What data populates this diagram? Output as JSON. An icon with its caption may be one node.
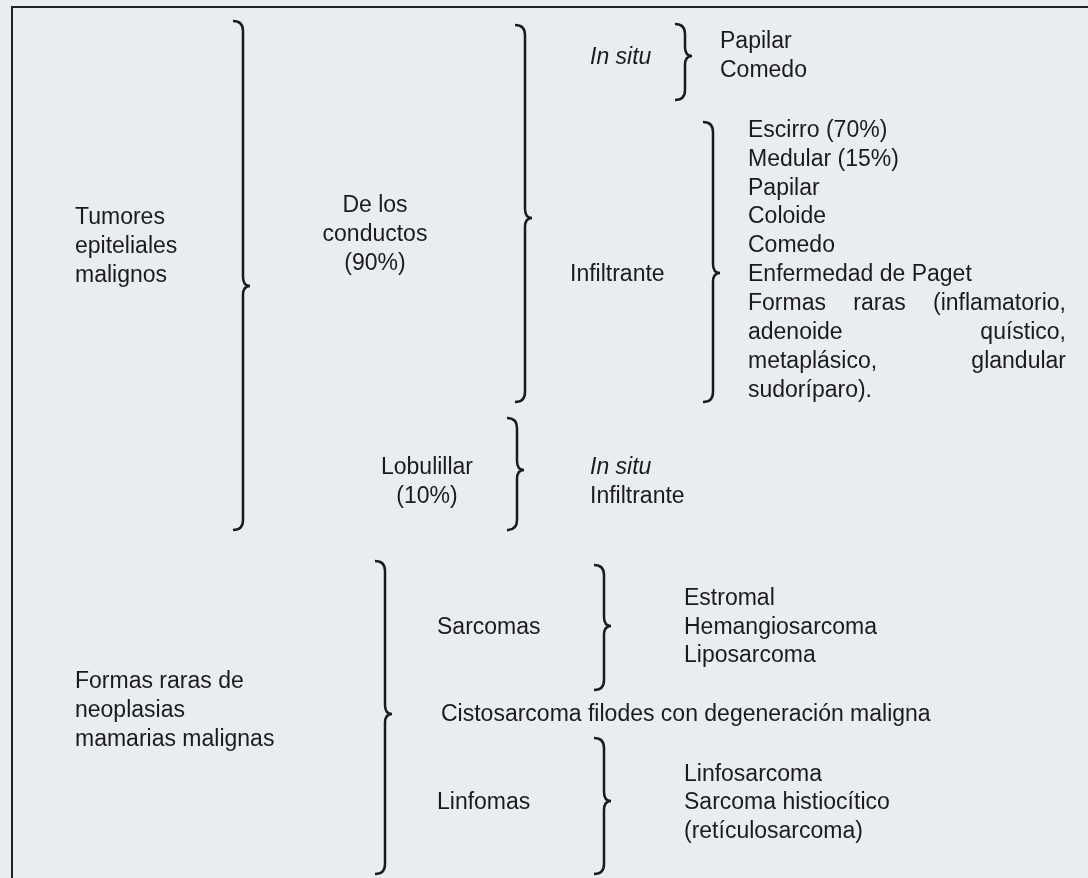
{
  "diagram": {
    "labels": [
      "Tumores epiteliales malignos",
      "De los conductos (90%)",
      "In situ",
      "Papilar",
      "Comedo",
      "Infiltrante",
      "Escirro (70%)",
      "Medular (15%)",
      "Papilar",
      "Coloide",
      "Comedo",
      "Enfermedad de Paget",
      "Formas raras (inflamatorio, adenoide quístico, metaplásico, glandular sudoríparo).",
      "Lobulillar (10%)",
      "In situ",
      "Infiltrante",
      "Formas raras de neoplasias mamarias malignas",
      "Sarcomas",
      "Estromal",
      "Hemangiosarcoma",
      "Liposarcoma",
      "Cistosarcoma filodes con degeneración maligna",
      "Linfomas",
      "Linfosarcoma",
      "Sarcoma histiocítico (retículosarcoma)"
    ]
  }
}
